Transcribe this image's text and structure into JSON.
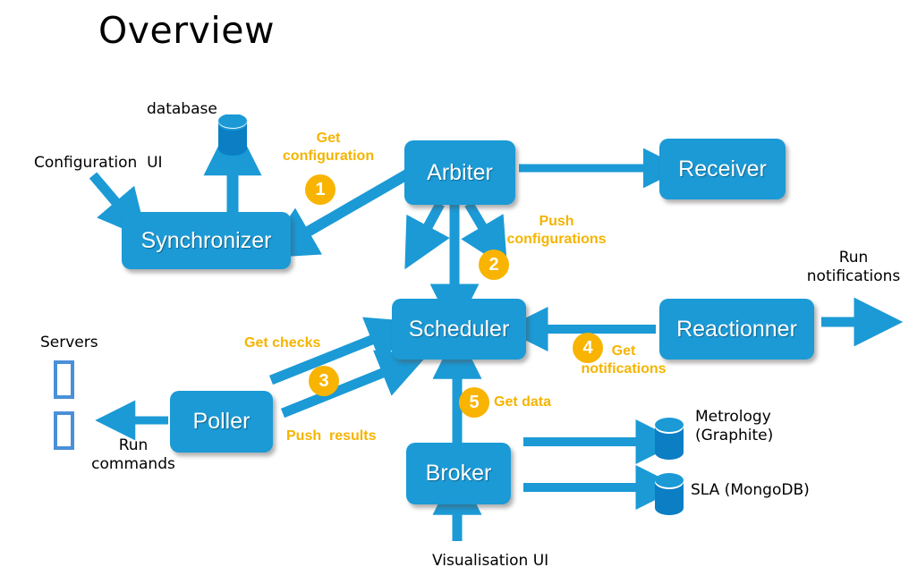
{
  "page": {
    "title": "Overview",
    "accent_blue": "#1b9ad6",
    "accent_orange": "#F8B400",
    "background": "#ffffff"
  },
  "nodes": [
    {
      "id": "synchronizer",
      "label": "Synchronizer"
    },
    {
      "id": "arbiter",
      "label": "Arbiter"
    },
    {
      "id": "receiver",
      "label": "Receiver"
    },
    {
      "id": "scheduler",
      "label": "Scheduler"
    },
    {
      "id": "reactionner",
      "label": "Reactionner"
    },
    {
      "id": "poller",
      "label": "Poller"
    },
    {
      "id": "broker",
      "label": "Broker"
    }
  ],
  "datastores": [
    {
      "id": "database",
      "label": "database"
    },
    {
      "id": "metrology",
      "label": "Metrology\n(Graphite)"
    },
    {
      "id": "sla",
      "label": "SLA (MongoDB)"
    }
  ],
  "external_labels": {
    "configuration_ui": "Configuration  UI",
    "servers": "Servers",
    "run_commands": "Run\ncommands",
    "run_notifications": "Run\nnotifications",
    "visualisation_ui": "Visualisation UI"
  },
  "flows": [
    {
      "step": "1",
      "label": "Get\nconfiguration",
      "from": "arbiter",
      "to": "synchronizer"
    },
    {
      "step": "2",
      "label": "Push\nconfigurations",
      "from": "arbiter",
      "to": "scheduler"
    },
    {
      "step": "3",
      "label_a": "Get checks",
      "label_b": "Push  results",
      "from": "poller",
      "to": "scheduler"
    },
    {
      "step": "4",
      "label": "Get\nnotifications",
      "from": "reactionner",
      "to": "scheduler"
    },
    {
      "step": "5",
      "label": "Get data",
      "from": "broker",
      "to": "scheduler"
    }
  ],
  "flow_text": {
    "get_configuration": "Get\nconfiguration",
    "push_configurations": "Push\nconfigurations",
    "get_checks": "Get checks",
    "push_results": "Push  results",
    "get_notifications": "Get\nnotifications",
    "get_data": "Get data"
  },
  "badges": {
    "one": "1",
    "two": "2",
    "three": "3",
    "four": "4",
    "five": "5"
  }
}
